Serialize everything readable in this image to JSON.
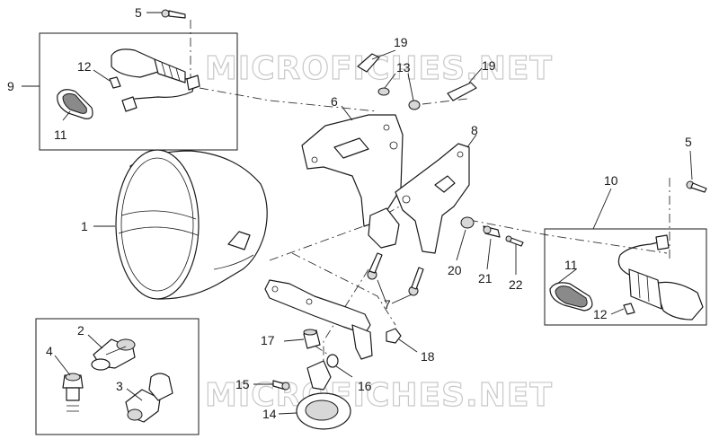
{
  "watermark": [
    "MICROFICHES.NET",
    "MICROFICHES.NET"
  ],
  "callouts": {
    "c1": "1",
    "c2": "2",
    "c3": "3",
    "c4": "4",
    "c5a": "5",
    "c5b": "5",
    "c6": "6",
    "c7": "7",
    "c8": "8",
    "c9": "9",
    "c10": "10",
    "c11a": "11",
    "c11b": "11",
    "c12a": "12",
    "c12b": "12",
    "c13": "13",
    "c14": "14",
    "c15": "15",
    "c16": "16",
    "c17": "17",
    "c18": "18",
    "c19a": "19",
    "c19b": "19",
    "c20": "20",
    "c21": "21",
    "c22": "22"
  }
}
